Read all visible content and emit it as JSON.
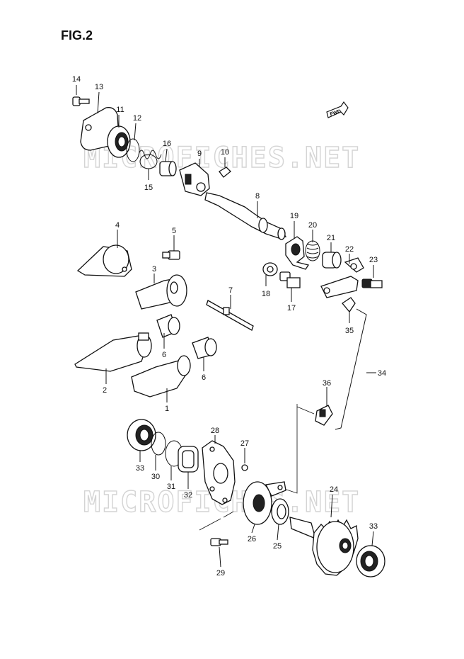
{
  "figure": {
    "title": "FIG.2"
  },
  "watermark": {
    "top": "MICROFICHES.NET",
    "bottom": "MICROFICHES.NET"
  },
  "fwd_badge": "FWD",
  "callouts": [
    {
      "id": "c14",
      "label": "14"
    },
    {
      "id": "c13",
      "label": "13"
    },
    {
      "id": "c11",
      "label": "11"
    },
    {
      "id": "c12",
      "label": "12"
    },
    {
      "id": "c16",
      "label": "16"
    },
    {
      "id": "c15",
      "label": "15"
    },
    {
      "id": "c9",
      "label": "9"
    },
    {
      "id": "c10",
      "label": "10"
    },
    {
      "id": "c8",
      "label": "8"
    },
    {
      "id": "c19",
      "label": "19"
    },
    {
      "id": "c20",
      "label": "20"
    },
    {
      "id": "c21",
      "label": "21"
    },
    {
      "id": "c22",
      "label": "22"
    },
    {
      "id": "c23",
      "label": "23"
    },
    {
      "id": "c18",
      "label": "18"
    },
    {
      "id": "c17",
      "label": "17"
    },
    {
      "id": "c35",
      "label": "35"
    },
    {
      "id": "c34",
      "label": "34"
    },
    {
      "id": "c36",
      "label": "36"
    },
    {
      "id": "c4",
      "label": "4"
    },
    {
      "id": "c5",
      "label": "5"
    },
    {
      "id": "c3",
      "label": "3"
    },
    {
      "id": "c7",
      "label": "7"
    },
    {
      "id": "c6a",
      "label": "6"
    },
    {
      "id": "c6b",
      "label": "6"
    },
    {
      "id": "c2",
      "label": "2"
    },
    {
      "id": "c1",
      "label": "1"
    },
    {
      "id": "c33a",
      "label": "33"
    },
    {
      "id": "c30",
      "label": "30"
    },
    {
      "id": "c31",
      "label": "31"
    },
    {
      "id": "c32",
      "label": "32"
    },
    {
      "id": "c28",
      "label": "28"
    },
    {
      "id": "c27",
      "label": "27"
    },
    {
      "id": "c26",
      "label": "26"
    },
    {
      "id": "c25",
      "label": "25"
    },
    {
      "id": "c24",
      "label": "24"
    },
    {
      "id": "c33b",
      "label": "33"
    },
    {
      "id": "c29",
      "label": "29"
    }
  ]
}
